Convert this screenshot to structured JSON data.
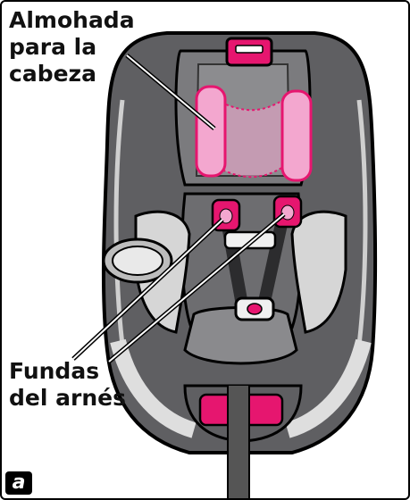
{
  "callouts": {
    "headrest": {
      "lines": [
        "Almohada",
        "para la",
        "cabeza"
      ]
    },
    "harness_covers": {
      "lines": [
        "Fundas",
        "del arnés"
      ]
    }
  },
  "panel_badge": "a",
  "colors": {
    "accent_pink": "#e6166f",
    "pad_pink": "#f3a7cf",
    "seat_dark": "#5f5f62",
    "seat_mid": "#8a8a8d",
    "seat_light": "#d6d6d6",
    "outline": "#000000"
  },
  "icons": [
    "car-seat-illustration",
    "cup-holder-icon",
    "buckle-icon"
  ]
}
